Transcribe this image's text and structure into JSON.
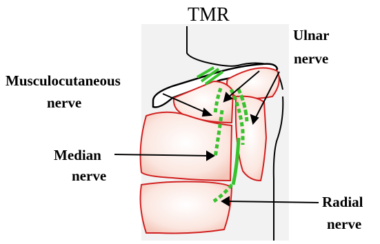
{
  "title": "TMR",
  "labels": {
    "musculocutaneous": [
      "Musculocutaneous",
      "nerve"
    ],
    "ulnar": [
      "Ulnar",
      "nerve"
    ],
    "median": [
      "Median",
      "nerve"
    ],
    "radial": [
      "Radial",
      "nerve"
    ]
  },
  "colors": {
    "muscle_fill": "#fbe3dc",
    "muscle_outline": "#d11f1f",
    "nerve": "#39c12e",
    "body_bg": "#f2f2f2",
    "outline": "#000000"
  }
}
